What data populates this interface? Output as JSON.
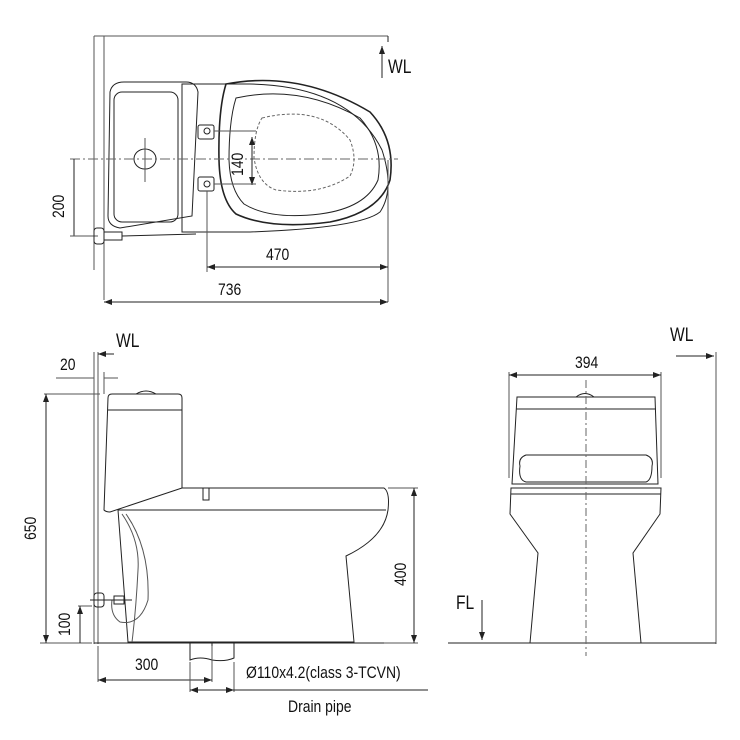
{
  "diagram": {
    "subject": "One-piece toilet dimension drawing",
    "colors": {
      "line": "#222222",
      "thin": "#555555",
      "background": "#ffffff"
    },
    "top_view": {
      "labels": {
        "wall_line": "WL",
        "seat_bolt_spacing": "140",
        "inlet_offset": "200",
        "bolt_to_front": "470",
        "overall_length": "736"
      }
    },
    "side_view": {
      "labels": {
        "wall_line": "WL",
        "wall_gap": "20",
        "overall_height": "650",
        "inlet_height": "100",
        "seat_height": "400",
        "rough_in": "300",
        "drain_spec": "Ø110x4.2(class 3-TCVN)",
        "drain_caption": "Drain pipe"
      }
    },
    "front_view": {
      "labels": {
        "wall_line": "WL",
        "floor_line": "FL",
        "overall_width": "394"
      }
    }
  }
}
